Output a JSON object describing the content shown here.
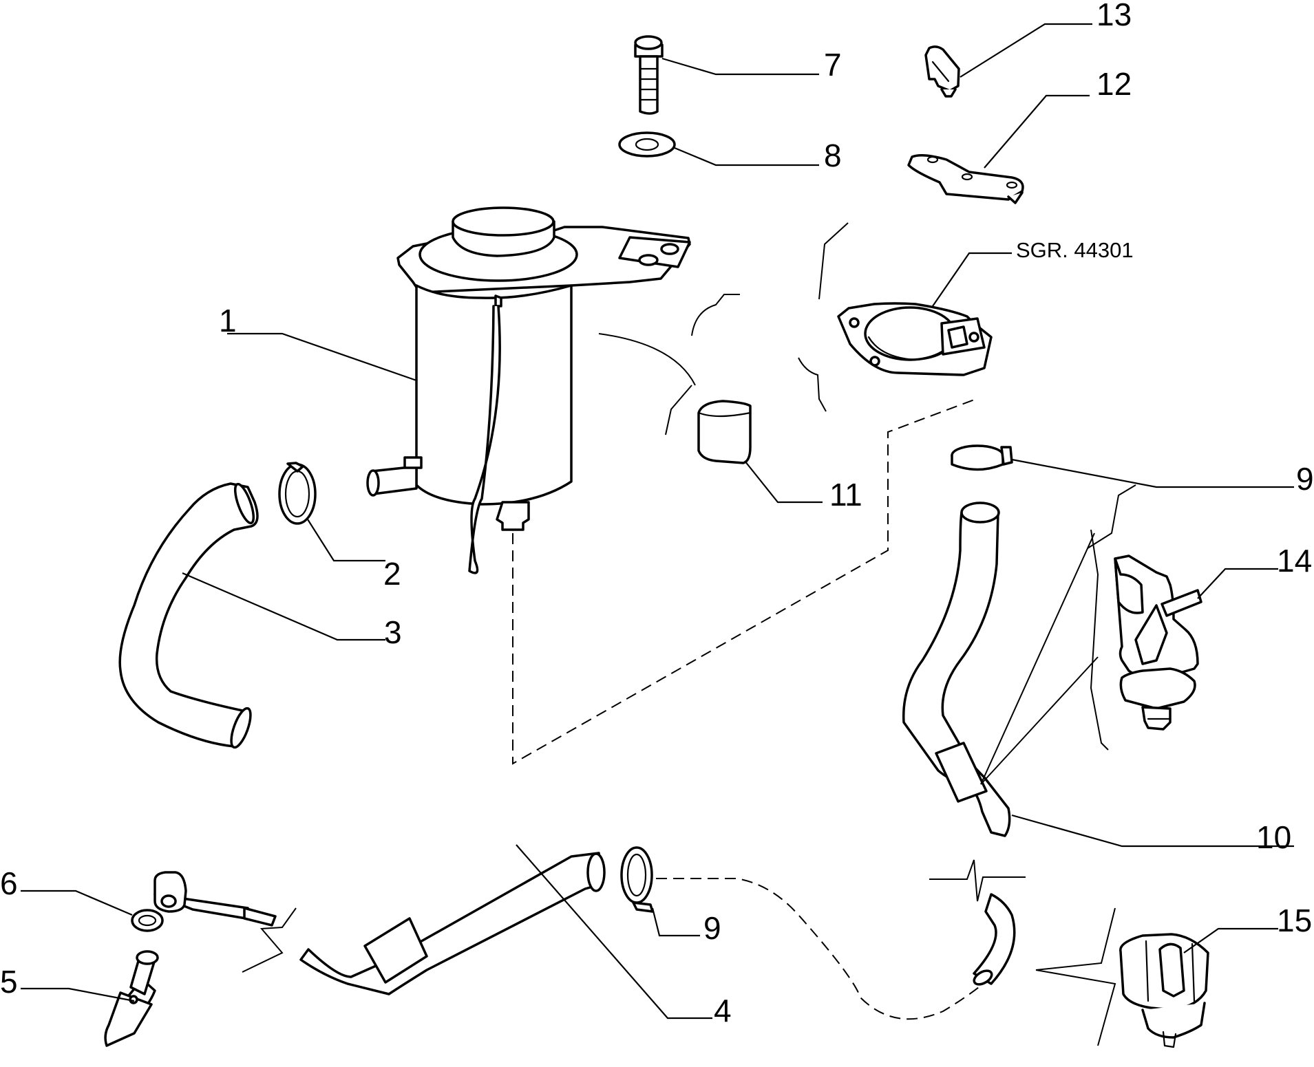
{
  "callouts": [
    {
      "id": "1",
      "label": "1"
    },
    {
      "id": "2",
      "label": "2"
    },
    {
      "id": "3",
      "label": "3"
    },
    {
      "id": "4",
      "label": "4"
    },
    {
      "id": "5",
      "label": "5"
    },
    {
      "id": "6",
      "label": "6"
    },
    {
      "id": "7",
      "label": "7"
    },
    {
      "id": "8",
      "label": "8"
    },
    {
      "id": "9a",
      "label": "9"
    },
    {
      "id": "9b",
      "label": "9"
    },
    {
      "id": "10",
      "label": "10"
    },
    {
      "id": "11",
      "label": "11"
    },
    {
      "id": "12",
      "label": "12"
    },
    {
      "id": "13",
      "label": "13"
    },
    {
      "id": "14",
      "label": "14"
    },
    {
      "id": "15",
      "label": "15"
    }
  ],
  "group_reference": "SGR. 44301"
}
